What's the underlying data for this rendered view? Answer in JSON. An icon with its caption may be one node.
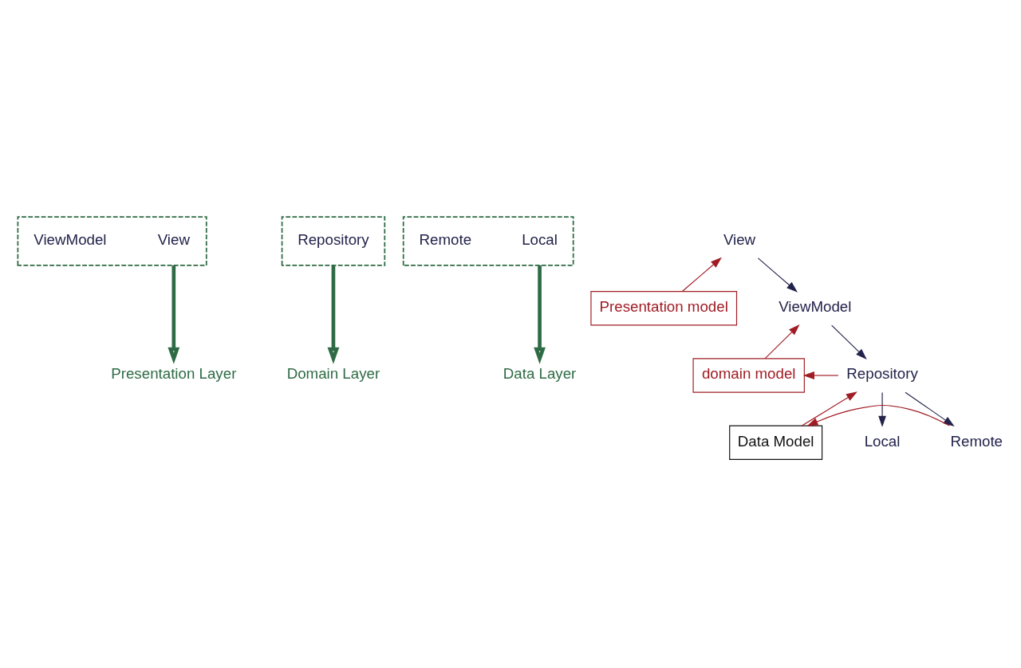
{
  "diagram": {
    "nodes": [
      {
        "text": [],
        "shape": "box"
      },
      {
        "text": [
          "View"
        ],
        "in": 0
      },
      {
        "text": [
          "ViewModel"
        ],
        "in": 0
      },
      {
        "text": [],
        "shape": "box"
      },
      {
        "text": [
          "Repository"
        ],
        "in": 3
      },
      {
        "text": [],
        "shape": "box"
      },
      {
        "text": [
          "Local"
        ],
        "in": 5
      },
      {
        "text": [
          "Remote"
        ],
        "in": 5
      },
      {
        "text": [
          "Presentation Layer"
        ]
      },
      {
        "text": [
          "Domain Layer"
        ]
      },
      {
        "text": [
          "Data Layer"
        ]
      },
      {
        "text": [
          "View"
        ]
      },
      {
        "text": [
          "Presentation model"
        ]
      },
      {
        "text": [
          "ViewModel"
        ]
      },
      {
        "text": [
          "domain model"
        ]
      },
      {
        "text": [
          "Repository"
        ]
      },
      {
        "text": [
          "Data Model"
        ]
      },
      {
        "text": [
          "Local"
        ]
      },
      {
        "text": [
          "Remote"
        ]
      }
    ],
    "edges": [
      {
        "from": 0,
        "to": 8,
        "arrow": "to",
        "style": "thick",
        "color": "#2e6b45"
      },
      {
        "from": 3,
        "to": 9,
        "arrow": "to",
        "style": "thick",
        "color": "#2e6b45"
      },
      {
        "from": 5,
        "to": 10,
        "arrow": "to",
        "style": "thick",
        "color": "#2e6b45"
      },
      {
        "from": 11,
        "to": 13,
        "arrow": "to",
        "color": "#22224a"
      },
      {
        "from": 13,
        "to": 15,
        "arrow": "to",
        "color": "#22224a"
      },
      {
        "from": 15,
        "to": 17,
        "arrow": "to",
        "color": "#22224a"
      },
      {
        "from": 15,
        "to": 18,
        "arrow": "to",
        "color": "#22224a"
      },
      {
        "from": 12,
        "to": 11,
        "arrow": "to",
        "color": "#a01c24"
      },
      {
        "from": 14,
        "to": 13,
        "arrow": "to",
        "color": "#a01c24"
      },
      {
        "from": 15,
        "to": 14,
        "arrow": "to",
        "color": "#a01c24"
      },
      {
        "from": 16,
        "to": 15,
        "arrow": "to",
        "color": "#a01c24"
      },
      {
        "from": 18,
        "to": 16,
        "arrow": "to",
        "color": "#a01c24"
      }
    ]
  }
}
